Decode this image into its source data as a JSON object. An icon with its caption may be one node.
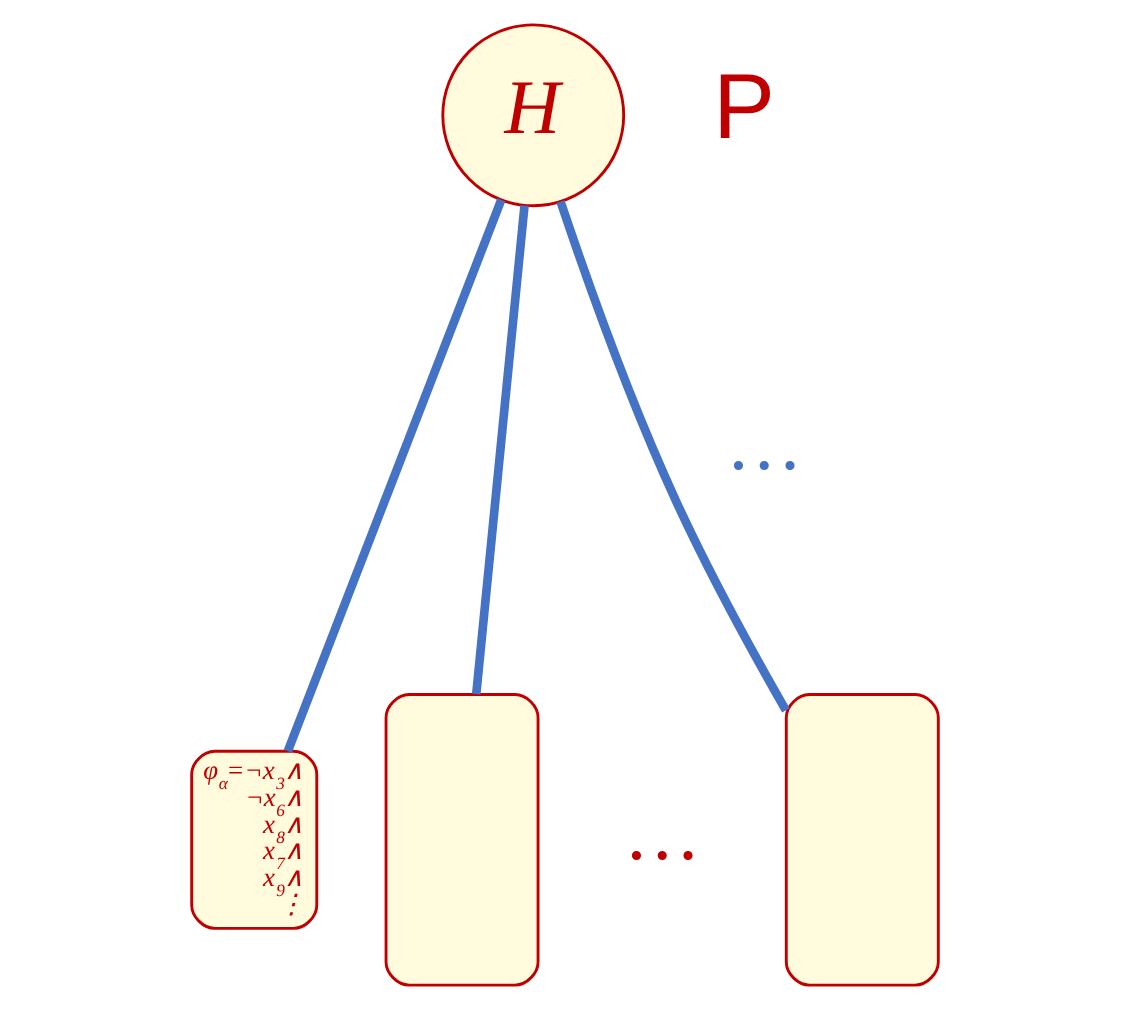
{
  "diagram": {
    "nodes": [
      {
        "text": [
          "H"
        ]
      },
      {
        "text": [
          "φ$_{α}$=¬x$_{3}$∧ ¬x$_{6}$∧ x$_{8}$∧ x$_{7}$∧ x$_{9}$∧ ⋮"
        ]
      },
      {
        "text": [],
        "shape": "box"
      },
      {
        "text": [],
        "shape": "box"
      }
    ],
    "edges": [
      {
        "from": 0,
        "to": 1,
        "arrow": "none"
      },
      {
        "from": 0,
        "to": 2,
        "arrow": "none"
      },
      {
        "from": 0,
        "to": 3,
        "arrow": "none"
      }
    ],
    "labels": [
      "…",
      "…",
      "P"
    ]
  }
}
